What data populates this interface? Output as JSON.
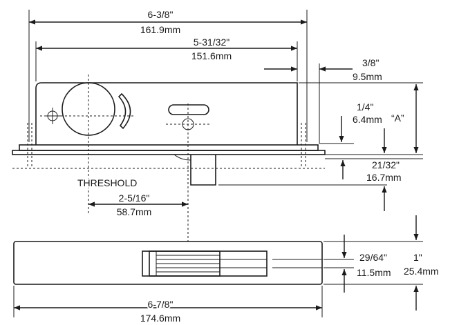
{
  "labels": {
    "overall_width_in": "6-3/8\"",
    "overall_width_mm": "161.9mm",
    "inner_width_in": "5-31/32\"",
    "inner_width_mm": "151.6mm",
    "offset_in": "3/8\"",
    "offset_mm": "9.5mm",
    "plate_in": "1/4\"",
    "plate_mm": "6.4mm",
    "height_a": "“A”",
    "below_in": "21/32\"",
    "below_mm": "16.7mm",
    "threshold": "THRESHOLD",
    "pivot_in": "2-5/16\"",
    "pivot_mm": "58.7mm",
    "depth_in": "29/64\"",
    "depth_mm": "11.5mm",
    "plan_height_in": "1\"",
    "plan_height_mm": "25.4mm",
    "length_in": "6-7/8\"",
    "length_mm": "174.6mm"
  }
}
